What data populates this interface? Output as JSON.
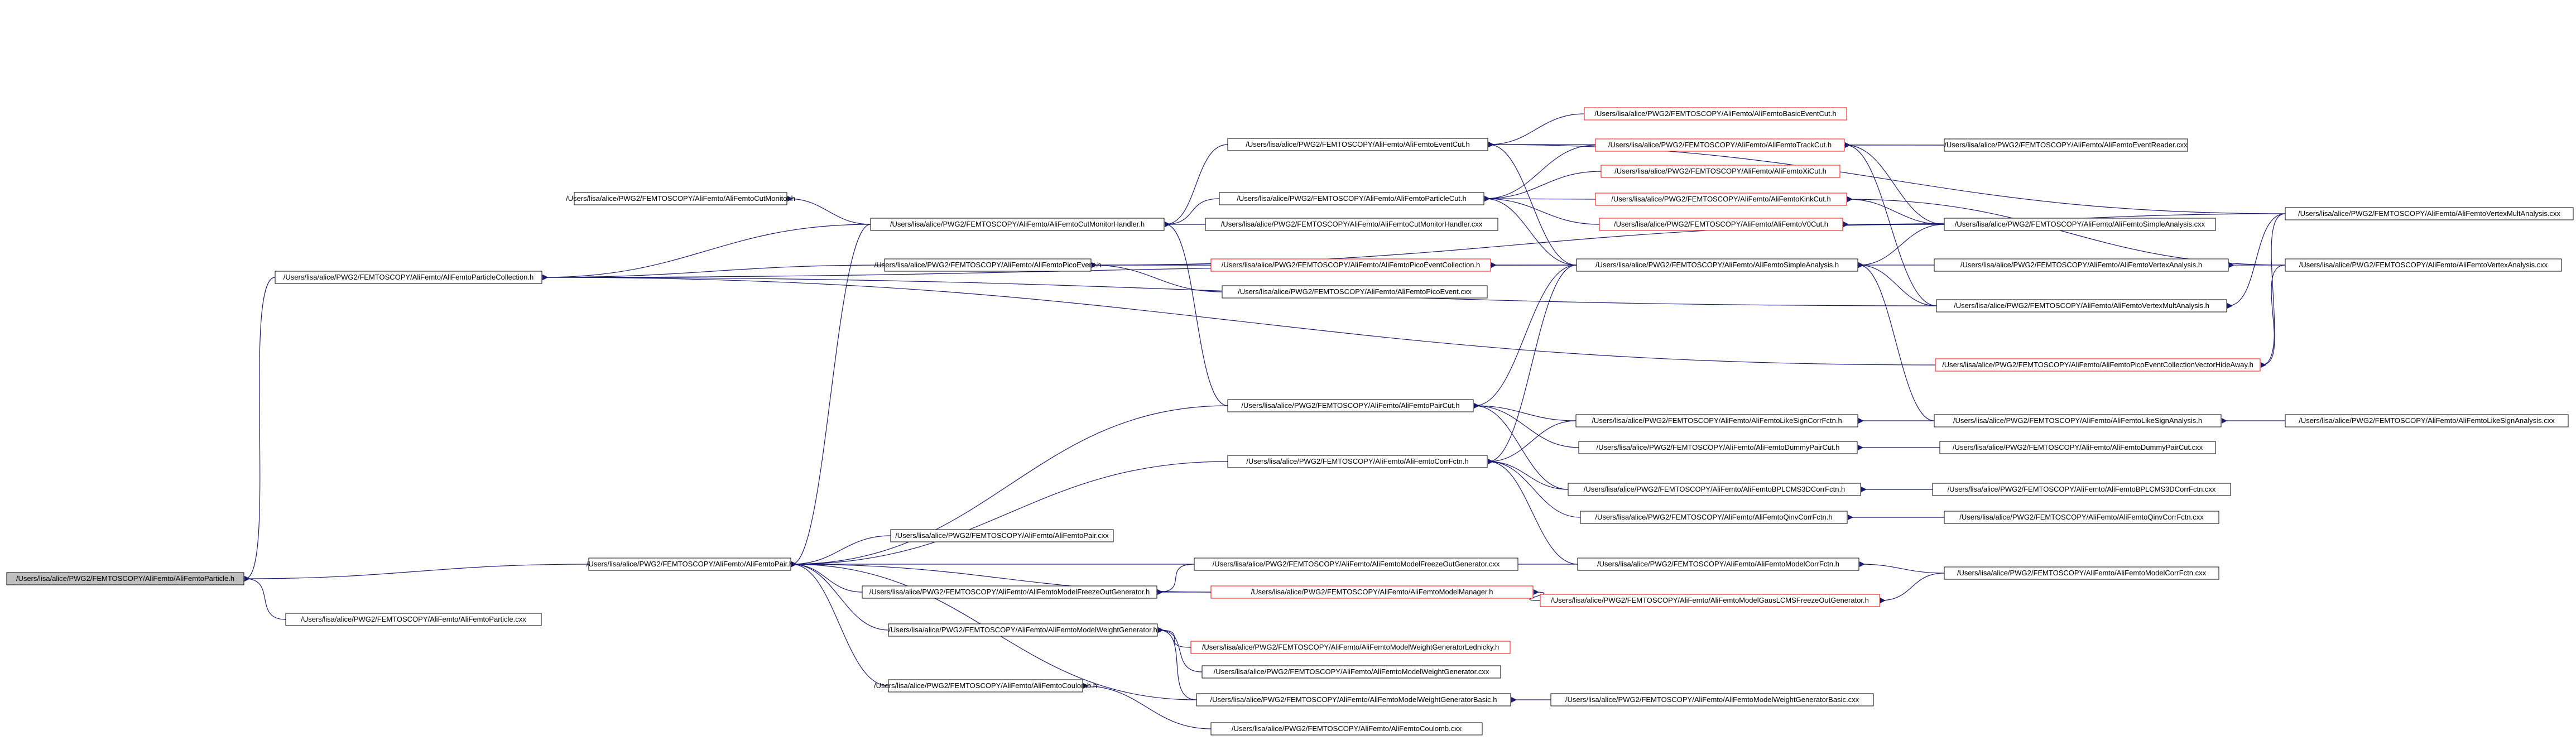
{
  "colors": {
    "edge": "#191970",
    "node_border": "#000000",
    "node_border_missing": "#ff0000",
    "root_fill": "#bfbfbf",
    "node_fill": "#ffffff",
    "text": "#000000"
  },
  "nodes": [
    {
      "id": "n01",
      "label": "/Users/lisa/alice/PWG2/FEMTOSCOPY/AliFemto/AliFemtoParticle.h",
      "root": true
    },
    {
      "id": "n02",
      "label": "/Users/lisa/alice/PWG2/FEMTOSCOPY/AliFemto/AliFemtoParticleCollection.h"
    },
    {
      "id": "n03",
      "label": "/Users/lisa/alice/PWG2/FEMTOSCOPY/AliFemto/AliFemtoPair.h"
    },
    {
      "id": "n04",
      "label": "/Users/lisa/alice/PWG2/FEMTOSCOPY/AliFemto/AliFemtoParticle.cxx"
    },
    {
      "id": "n05",
      "label": "/Users/lisa/alice/PWG2/FEMTOSCOPY/AliFemto/AliFemtoCutMonitor.h"
    },
    {
      "id": "n06",
      "label": "/Users/lisa/alice/PWG2/FEMTOSCOPY/AliFemto/AliFemtoPicoEvent.h"
    },
    {
      "id": "n07",
      "label": "/Users/lisa/alice/PWG2/FEMTOSCOPY/AliFemto/AliFemtoPair.cxx"
    },
    {
      "id": "n08",
      "label": "/Users/lisa/alice/PWG2/FEMTOSCOPY/AliFemto/AliFemtoModelFreezeOutGenerator.h"
    },
    {
      "id": "n09",
      "label": "/Users/lisa/alice/PWG2/FEMTOSCOPY/AliFemto/AliFemtoModelWeightGenerator.h"
    },
    {
      "id": "n10",
      "label": "/Users/lisa/alice/PWG2/FEMTOSCOPY/AliFemto/AliFemtoCoulomb.h"
    },
    {
      "id": "n11",
      "label": "/Users/lisa/alice/PWG2/FEMTOSCOPY/AliFemto/AliFemtoCutMonitorHandler.h"
    },
    {
      "id": "n12",
      "label": "/Users/lisa/alice/PWG2/FEMTOSCOPY/AliFemto/AliFemtoEventCut.h"
    },
    {
      "id": "n13",
      "label": "/Users/lisa/alice/PWG2/FEMTOSCOPY/AliFemto/AliFemtoParticleCut.h"
    },
    {
      "id": "n14",
      "label": "/Users/lisa/alice/PWG2/FEMTOSCOPY/AliFemto/AliFemtoCutMonitorHandler.cxx"
    },
    {
      "id": "n15",
      "label": "/Users/lisa/alice/PWG2/FEMTOSCOPY/AliFemto/AliFemtoPicoEventCollection.h",
      "missing": true
    },
    {
      "id": "n16",
      "label": "/Users/lisa/alice/PWG2/FEMTOSCOPY/AliFemto/AliFemtoPicoEvent.cxx"
    },
    {
      "id": "n17",
      "label": "/Users/lisa/alice/PWG2/FEMTOSCOPY/AliFemto/AliFemtoPairCut.h"
    },
    {
      "id": "n18",
      "label": "/Users/lisa/alice/PWG2/FEMTOSCOPY/AliFemto/AliFemtoCorrFctn.h"
    },
    {
      "id": "n19",
      "label": "/Users/lisa/alice/PWG2/FEMTOSCOPY/AliFemto/AliFemtoModelFreezeOutGenerator.cxx"
    },
    {
      "id": "n20",
      "label": "/Users/lisa/alice/PWG2/FEMTOSCOPY/AliFemto/AliFemtoModelManager.h",
      "missing": true
    },
    {
      "id": "n21",
      "label": "/Users/lisa/alice/PWG2/FEMTOSCOPY/AliFemto/AliFemtoModelWeightGeneratorLednicky.h",
      "missing": true
    },
    {
      "id": "n22",
      "label": "/Users/lisa/alice/PWG2/FEMTOSCOPY/AliFemto/AliFemtoModelWeightGenerator.cxx"
    },
    {
      "id": "n23",
      "label": "/Users/lisa/alice/PWG2/FEMTOSCOPY/AliFemto/AliFemtoModelWeightGeneratorBasic.h"
    },
    {
      "id": "n24",
      "label": "/Users/lisa/alice/PWG2/FEMTOSCOPY/AliFemto/AliFemtoCoulomb.cxx"
    },
    {
      "id": "n25",
      "label": "/Users/lisa/alice/PWG2/FEMTOSCOPY/AliFemto/AliFemtoBasicEventCut.h",
      "missing": true
    },
    {
      "id": "n26",
      "label": "/Users/lisa/alice/PWG2/FEMTOSCOPY/AliFemto/AliFemtoTrackCut.h",
      "missing": true
    },
    {
      "id": "n27",
      "label": "/Users/lisa/alice/PWG2/FEMTOSCOPY/AliFemto/AliFemtoXiCut.h",
      "missing": true
    },
    {
      "id": "n28",
      "label": "/Users/lisa/alice/PWG2/FEMTOSCOPY/AliFemto/AliFemtoKinkCut.h",
      "missing": true
    },
    {
      "id": "n29",
      "label": "/Users/lisa/alice/PWG2/FEMTOSCOPY/AliFemto/AliFemtoV0Cut.h",
      "missing": true
    },
    {
      "id": "n30",
      "label": "/Users/lisa/alice/PWG2/FEMTOSCOPY/AliFemto/AliFemtoSimpleAnalysis.h"
    },
    {
      "id": "n31",
      "label": "/Users/lisa/alice/PWG2/FEMTOSCOPY/AliFemto/AliFemtoLikeSignCorrFctn.h"
    },
    {
      "id": "n32",
      "label": "/Users/lisa/alice/PWG2/FEMTOSCOPY/AliFemto/AliFemtoDummyPairCut.h"
    },
    {
      "id": "n33",
      "label": "/Users/lisa/alice/PWG2/FEMTOSCOPY/AliFemto/AliFemtoBPLCMS3DCorrFctn.h"
    },
    {
      "id": "n34",
      "label": "/Users/lisa/alice/PWG2/FEMTOSCOPY/AliFemto/AliFemtoQinvCorrFctn.h"
    },
    {
      "id": "n35",
      "label": "/Users/lisa/alice/PWG2/FEMTOSCOPY/AliFemto/AliFemtoModelCorrFctn.h"
    },
    {
      "id": "n36",
      "label": "/Users/lisa/alice/PWG2/FEMTOSCOPY/AliFemto/AliFemtoModelGausLCMSFreezeOutGenerator.h",
      "missing": true
    },
    {
      "id": "n37",
      "label": "/Users/lisa/alice/PWG2/FEMTOSCOPY/AliFemto/AliFemtoModelWeightGeneratorBasic.cxx"
    },
    {
      "id": "n38",
      "label": "/Users/lisa/alice/PWG2/FEMTOSCOPY/AliFemto/AliFemtoEventReader.cxx"
    },
    {
      "id": "n39",
      "label": "/Users/lisa/alice/PWG2/FEMTOSCOPY/AliFemto/AliFemtoSimpleAnalysis.cxx"
    },
    {
      "id": "n40",
      "label": "/Users/lisa/alice/PWG2/FEMTOSCOPY/AliFemto/AliFemtoVertexAnalysis.h"
    },
    {
      "id": "n41",
      "label": "/Users/lisa/alice/PWG2/FEMTOSCOPY/AliFemto/AliFemtoVertexMultAnalysis.h"
    },
    {
      "id": "n42",
      "label": "/Users/lisa/alice/PWG2/FEMTOSCOPY/AliFemto/AliFemtoPicoEventCollectionVectorHideAway.h",
      "missing": true
    },
    {
      "id": "n43",
      "label": "/Users/lisa/alice/PWG2/FEMTOSCOPY/AliFemto/AliFemtoLikeSignAnalysis.h"
    },
    {
      "id": "n44",
      "label": "/Users/lisa/alice/PWG2/FEMTOSCOPY/AliFemto/AliFemtoDummyPairCut.cxx"
    },
    {
      "id": "n45",
      "label": "/Users/lisa/alice/PWG2/FEMTOSCOPY/AliFemto/AliFemtoBPLCMS3DCorrFctn.cxx"
    },
    {
      "id": "n46",
      "label": "/Users/lisa/alice/PWG2/FEMTOSCOPY/AliFemto/AliFemtoQinvCorrFctn.cxx"
    },
    {
      "id": "n47",
      "label": "/Users/lisa/alice/PWG2/FEMTOSCOPY/AliFemto/AliFemtoModelCorrFctn.cxx"
    },
    {
      "id": "n48",
      "label": "/Users/lisa/alice/PWG2/FEMTOSCOPY/AliFemto/AliFemtoVertexMultAnalysis.cxx"
    },
    {
      "id": "n49",
      "label": "/Users/lisa/alice/PWG2/FEMTOSCOPY/AliFemto/AliFemtoVertexAnalysis.cxx"
    },
    {
      "id": "n50",
      "label": "/Users/lisa/alice/PWG2/FEMTOSCOPY/AliFemto/AliFemtoLikeSignAnalysis.cxx"
    }
  ],
  "edges": [
    [
      "n01",
      "n02"
    ],
    [
      "n01",
      "n03"
    ],
    [
      "n01",
      "n04"
    ],
    [
      "n02",
      "n11"
    ],
    [
      "n02",
      "n06"
    ],
    [
      "n02",
      "n30"
    ],
    [
      "n02",
      "n42"
    ],
    [
      "n02",
      "n41"
    ],
    [
      "n03",
      "n07"
    ],
    [
      "n03",
      "n08"
    ],
    [
      "n03",
      "n09"
    ],
    [
      "n03",
      "n10"
    ],
    [
      "n03",
      "n18"
    ],
    [
      "n03",
      "n17"
    ],
    [
      "n03",
      "n11"
    ],
    [
      "n03",
      "n35"
    ],
    [
      "n03",
      "n23"
    ],
    [
      "n03",
      "n20"
    ],
    [
      "n05",
      "n11"
    ],
    [
      "n11",
      "n12"
    ],
    [
      "n11",
      "n13"
    ],
    [
      "n11",
      "n14"
    ],
    [
      "n11",
      "n17"
    ],
    [
      "n06",
      "n15"
    ],
    [
      "n06",
      "n16"
    ],
    [
      "n06",
      "n30"
    ],
    [
      "n06",
      "n39"
    ],
    [
      "n08",
      "n19"
    ],
    [
      "n08",
      "n20"
    ],
    [
      "n09",
      "n21"
    ],
    [
      "n09",
      "n22"
    ],
    [
      "n09",
      "n23"
    ],
    [
      "n10",
      "n24"
    ],
    [
      "n12",
      "n25"
    ],
    [
      "n12",
      "n30"
    ],
    [
      "n12",
      "n38"
    ],
    [
      "n12",
      "n48"
    ],
    [
      "n13",
      "n26"
    ],
    [
      "n13",
      "n27"
    ],
    [
      "n13",
      "n28"
    ],
    [
      "n13",
      "n29"
    ],
    [
      "n13",
      "n30"
    ],
    [
      "n15",
      "n30"
    ],
    [
      "n17",
      "n30"
    ],
    [
      "n17",
      "n31"
    ],
    [
      "n17",
      "n32"
    ],
    [
      "n17",
      "n33"
    ],
    [
      "n18",
      "n30"
    ],
    [
      "n18",
      "n31"
    ],
    [
      "n18",
      "n33"
    ],
    [
      "n18",
      "n34"
    ],
    [
      "n18",
      "n35"
    ],
    [
      "n20",
      "n36"
    ],
    [
      "n23",
      "n37"
    ],
    [
      "n26",
      "n38"
    ],
    [
      "n26",
      "n39"
    ],
    [
      "n26",
      "n41"
    ],
    [
      "n28",
      "n39"
    ],
    [
      "n28",
      "n49"
    ],
    [
      "n29",
      "n39"
    ],
    [
      "n29",
      "n48"
    ],
    [
      "n30",
      "n39"
    ],
    [
      "n30",
      "n40"
    ],
    [
      "n30",
      "n41"
    ],
    [
      "n30",
      "n43"
    ],
    [
      "n31",
      "n43"
    ],
    [
      "n32",
      "n44"
    ],
    [
      "n33",
      "n45"
    ],
    [
      "n34",
      "n46"
    ],
    [
      "n35",
      "n47"
    ],
    [
      "n36",
      "n47"
    ],
    [
      "n40",
      "n49"
    ],
    [
      "n41",
      "n48"
    ],
    [
      "n42",
      "n49"
    ],
    [
      "n42",
      "n48"
    ],
    [
      "n43",
      "n50"
    ]
  ]
}
